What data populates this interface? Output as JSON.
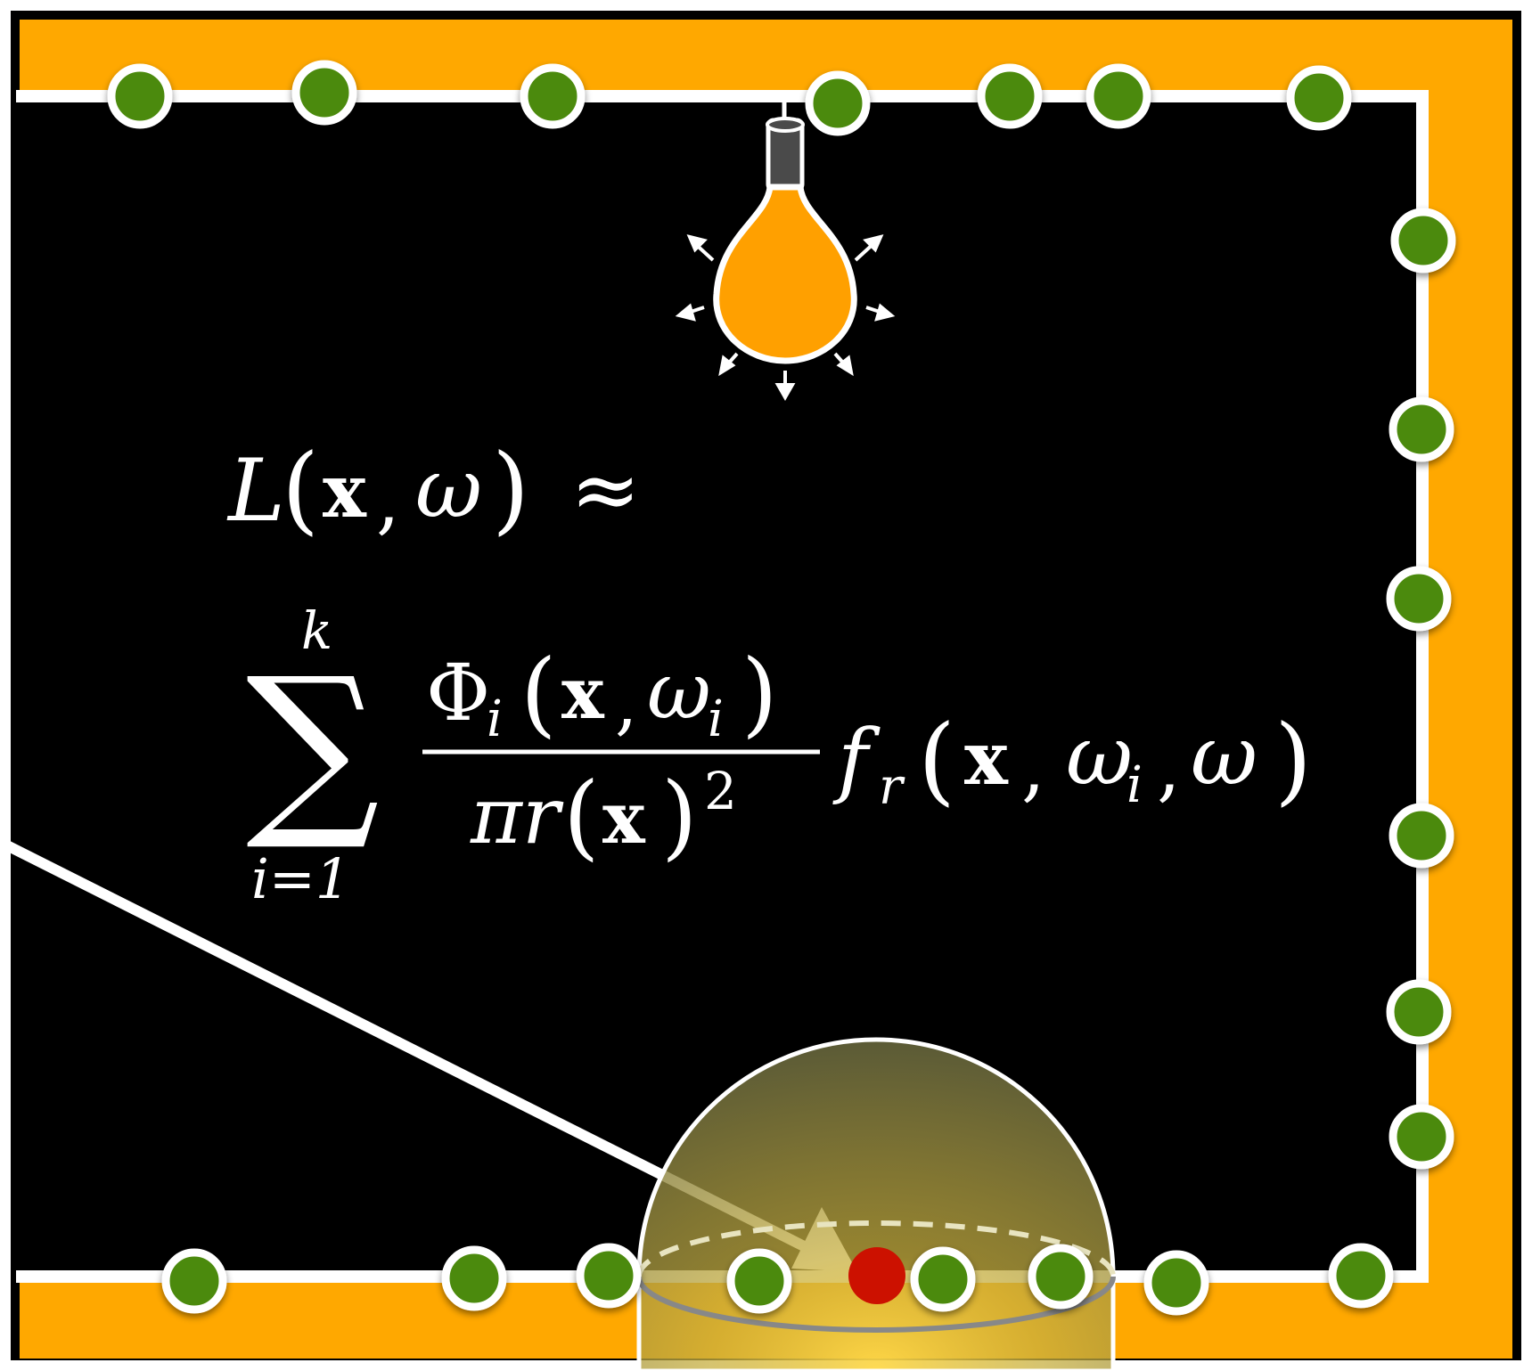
{
  "colors": {
    "background": "#000000",
    "frame": "#ffffff",
    "wall": "#ffa800",
    "photon_fill": "#4b8a08",
    "photon_stroke": "#ffffff",
    "query_point": "#cc1100",
    "bulb": "#ffa000",
    "bulb_socket": "#4a4a4a",
    "ray": "#ffffff"
  },
  "icons": {
    "light": "light-bulb-icon",
    "photon": "photon-dot",
    "query": "query-point-dot",
    "ray": "arrow-icon"
  },
  "equation": {
    "lhs": {
      "L": "L",
      "open": "(",
      "x": "x",
      "comma": ",",
      "omega": "ω",
      "close": ")",
      "approx": "≈"
    },
    "sum": {
      "symbol": "∑",
      "upper": "k",
      "lower": "i=1"
    },
    "fraction": {
      "numerator": {
        "Phi": "Φ",
        "sub_i": "i",
        "open": "(",
        "x": "x",
        "comma": ",",
        "omega": "ω",
        "sub_i2": "i",
        "close": ")"
      },
      "denominator": {
        "pi": "π",
        "r": "r",
        "open": "(",
        "x": "x",
        "close": ")",
        "power": "2"
      }
    },
    "brdf": {
      "f": "f",
      "sub_r": "r",
      "open": "(",
      "x": "x",
      "comma1": ",",
      "omega_i": "ω",
      "sub_i": "i",
      "comma2": ",",
      "omega": "ω",
      "close": ")"
    }
  }
}
